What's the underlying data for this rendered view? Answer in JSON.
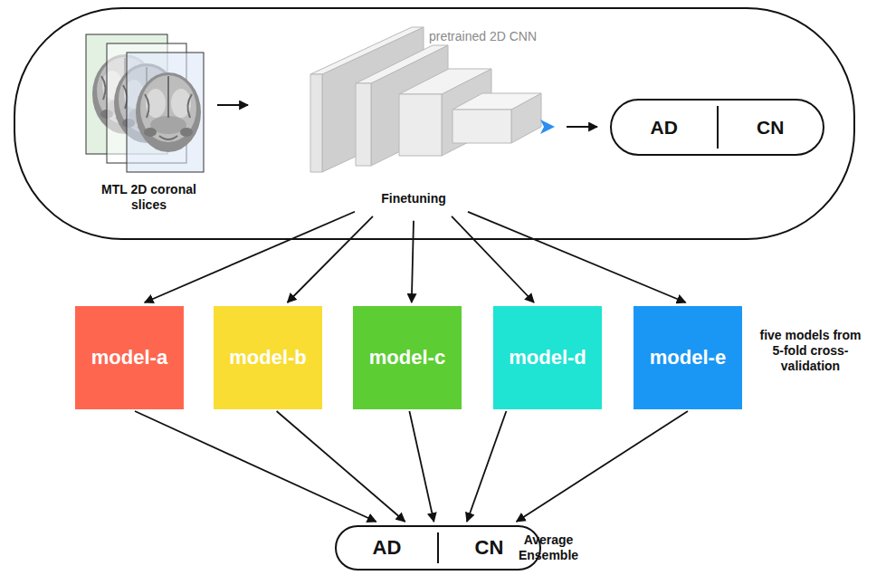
{
  "diagram": {
    "nodes": [
      {
        "text": [
          "MTL 2D coronal slices",
          "pretrained 2D CNN",
          "Finetuning"
        ]
      },
      {
        "text": [
          "AD",
          "CN"
        ],
        "in": 0
      },
      {
        "text": [
          "model-a"
        ]
      },
      {
        "text": [
          "model-b"
        ]
      },
      {
        "text": [
          "model-c"
        ]
      },
      {
        "text": [
          "model-d"
        ]
      },
      {
        "text": [
          "model-e"
        ]
      },
      {
        "text": [
          "AD",
          "CN"
        ]
      }
    ],
    "edges": [
      {
        "from": 0,
        "to": 2,
        "arrow": "to"
      },
      {
        "from": 0,
        "to": 3,
        "arrow": "to"
      },
      {
        "from": 0,
        "to": 4,
        "arrow": "to"
      },
      {
        "from": 0,
        "to": 5,
        "arrow": "to"
      },
      {
        "from": 0,
        "to": 6,
        "arrow": "to"
      },
      {
        "from": 2,
        "to": 7,
        "arrow": "to"
      },
      {
        "from": 3,
        "to": 7,
        "arrow": "to"
      },
      {
        "from": 4,
        "to": 7,
        "arrow": "to"
      },
      {
        "from": 5,
        "to": 7,
        "arrow": "to"
      },
      {
        "from": 6,
        "to": 7,
        "arrow": "to"
      }
    ],
    "labels": [
      "five models from 5-fold cross-validation",
      "Average Ensemble"
    ]
  }
}
